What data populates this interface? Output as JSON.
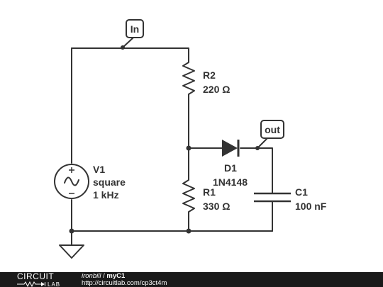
{
  "colors": {
    "line": "#333333",
    "footer_bg": "#1a1a1a",
    "footer_text": "#ffffff"
  },
  "tags": {
    "in": "In",
    "out": "out"
  },
  "components": {
    "v1": {
      "ref": "V1",
      "type": "square",
      "freq": "1 kHz"
    },
    "r2": {
      "ref": "R2",
      "value": "220 Ω"
    },
    "r1": {
      "ref": "R1",
      "value": "330 Ω"
    },
    "d1": {
      "ref": "D1",
      "part": "1N4148"
    },
    "c1": {
      "ref": "C1",
      "value": "100 nF"
    }
  },
  "footer": {
    "logo_top": "CIRCUIT",
    "logo_bottom": "LAB",
    "user": "ironbill",
    "separator": " / ",
    "project": "myC1",
    "url": "http://circuitlab.com/cp3ct4m"
  }
}
